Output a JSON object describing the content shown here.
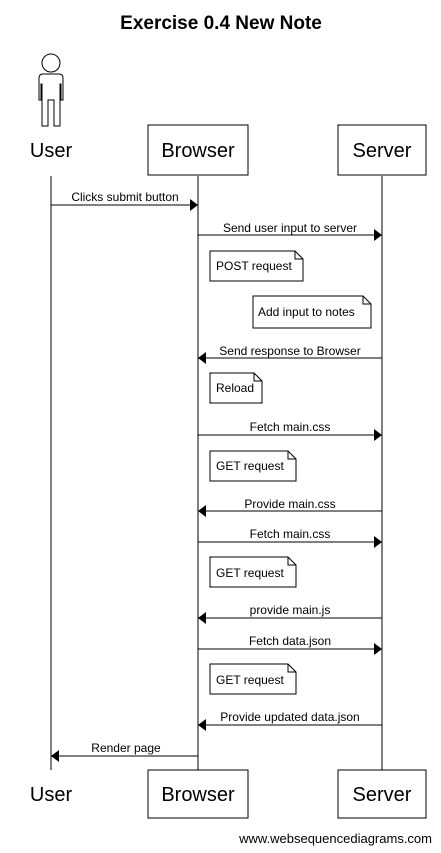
{
  "title": "Exercise 0.4 New Note",
  "participants": [
    {
      "id": "user",
      "name": "User",
      "kind": "actor"
    },
    {
      "id": "browser",
      "name": "Browser",
      "kind": "box"
    },
    {
      "id": "server",
      "name": "Server",
      "kind": "box"
    }
  ],
  "events": [
    {
      "type": "message",
      "from": "user",
      "to": "browser",
      "label": "Clicks submit button"
    },
    {
      "type": "message",
      "from": "browser",
      "to": "server",
      "label": "Send user input to server"
    },
    {
      "type": "note",
      "at": "browser",
      "label": "POST request"
    },
    {
      "type": "note",
      "at": "server",
      "label": "Add input to notes"
    },
    {
      "type": "message",
      "from": "server",
      "to": "browser",
      "label": "Send response to Browser"
    },
    {
      "type": "note",
      "at": "browser",
      "label": "Reload"
    },
    {
      "type": "message",
      "from": "browser",
      "to": "server",
      "label": "Fetch main.css"
    },
    {
      "type": "note",
      "at": "browser",
      "label": "GET request"
    },
    {
      "type": "message",
      "from": "server",
      "to": "browser",
      "label": "Provide main.css"
    },
    {
      "type": "message",
      "from": "browser",
      "to": "server",
      "label": "Fetch main.css"
    },
    {
      "type": "note",
      "at": "browser",
      "label": "GET request"
    },
    {
      "type": "message",
      "from": "server",
      "to": "browser",
      "label": "provide main.js"
    },
    {
      "type": "message",
      "from": "browser",
      "to": "server",
      "label": "Fetch data.json"
    },
    {
      "type": "note",
      "at": "browser",
      "label": "GET request"
    },
    {
      "type": "message",
      "from": "server",
      "to": "browser",
      "label": "Provide updated data.json"
    },
    {
      "type": "message",
      "from": "browser",
      "to": "user",
      "label": "Render page"
    }
  ],
  "footer": "www.websequencediagrams.com"
}
